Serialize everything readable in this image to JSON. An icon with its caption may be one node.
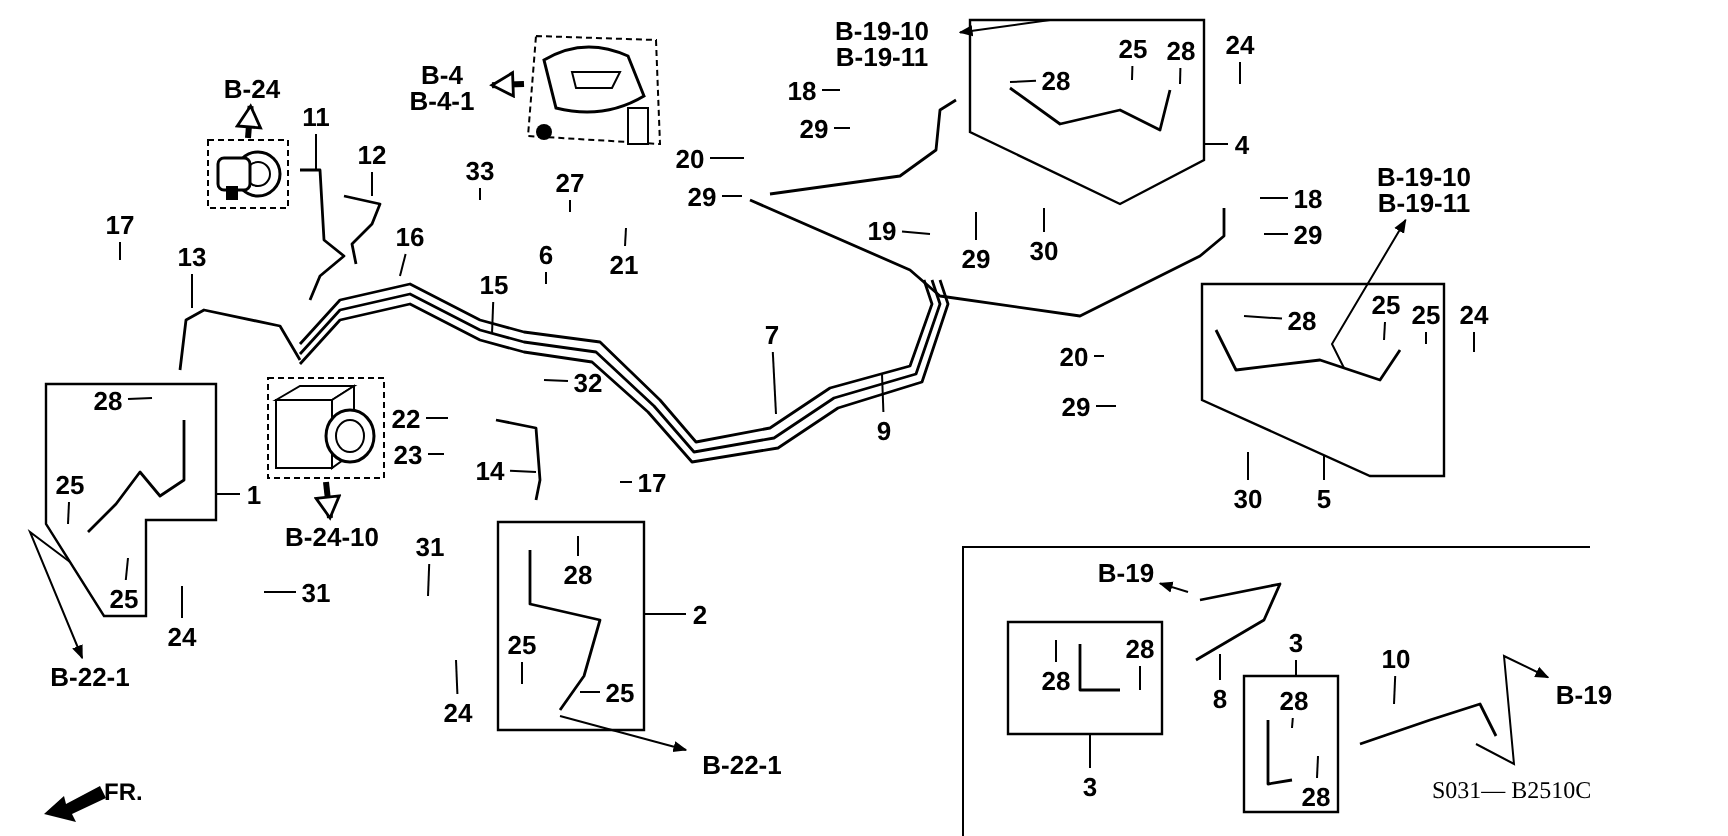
{
  "diagram": {
    "nodes": [
      {
        "text": [
          "B-19-10",
          "B-19-11"
        ]
      },
      {
        "text": [
          "B-4",
          "B-4-1"
        ]
      },
      {
        "text": [
          "B-24"
        ]
      },
      {
        "text": [],
        "shape": "picture"
      },
      {
        "text": [],
        "shape": "picture"
      },
      {
        "text": [],
        "shape": "box"
      },
      {
        "text": [
          "28"
        ],
        "in": 5
      },
      {
        "text": [
          "25"
        ],
        "in": 5
      },
      {
        "text": [
          "28"
        ],
        "in": 5
      },
      {
        "text": [
          "24"
        ]
      },
      {
        "text": [
          "4"
        ]
      },
      {
        "text": [
          "11"
        ]
      },
      {
        "text": [
          "12"
        ]
      },
      {
        "text": [
          "33"
        ]
      },
      {
        "text": [
          "18"
        ]
      },
      {
        "text": [
          "29"
        ]
      },
      {
        "text": [
          "20"
        ]
      },
      {
        "text": [
          "29"
        ]
      },
      {
        "text": [
          "27"
        ]
      },
      {
        "text": [
          "17"
        ]
      },
      {
        "text": [
          "16"
        ]
      },
      {
        "text": [
          "6"
        ]
      },
      {
        "text": [
          "13"
        ]
      },
      {
        "text": [
          "21"
        ]
      },
      {
        "text": [
          "19"
        ]
      },
      {
        "text": [
          "29"
        ]
      },
      {
        "text": [
          "30"
        ]
      },
      {
        "text": [
          "18"
        ]
      },
      {
        "text": [
          "29"
        ]
      },
      {
        "text": [
          "B-19-10",
          "B-19-11"
        ]
      },
      {
        "text": [
          "15"
        ]
      },
      {
        "text": [
          "7"
        ]
      },
      {
        "text": [
          "32"
        ]
      },
      {
        "text": [],
        "shape": "box"
      },
      {
        "text": [
          "28"
        ],
        "in": 33
      },
      {
        "text": [
          "25"
        ],
        "in": 33
      },
      {
        "text": [
          "25"
        ],
        "in": 33
      },
      {
        "text": [
          "24"
        ]
      },
      {
        "text": [
          "20"
        ]
      },
      {
        "text": [
          "29"
        ]
      },
      {
        "text": [
          "9"
        ]
      },
      {
        "text": [],
        "shape": "box"
      },
      {
        "text": [
          "28"
        ],
        "in": 41
      },
      {
        "text": [
          "25"
        ],
        "in": 41
      },
      {
        "text": [
          "25"
        ],
        "in": 41
      },
      {
        "text": [],
        "shape": "picture"
      },
      {
        "text": [
          "22"
        ]
      },
      {
        "text": [
          "23"
        ]
      },
      {
        "text": [
          "14"
        ]
      },
      {
        "text": [
          "1"
        ]
      },
      {
        "text": [
          "17"
        ]
      },
      {
        "text": [
          "5"
        ]
      },
      {
        "text": [
          "30"
        ]
      },
      {
        "text": [
          "B-24-10"
        ]
      },
      {
        "text": [],
        "shape": "box"
      },
      {
        "text": [
          "28"
        ],
        "in": 54
      },
      {
        "text": [
          "25"
        ],
        "in": 54
      },
      {
        "text": [
          "25"
        ],
        "in": 54
      },
      {
        "text": [
          "31"
        ]
      },
      {
        "text": [
          "2"
        ]
      },
      {
        "text": [
          "24"
        ]
      },
      {
        "text": [
          "31"
        ]
      },
      {
        "text": [
          "B-22-1"
        ]
      },
      {
        "text": [
          "24"
        ]
      },
      {
        "text": [
          "B-22-1"
        ]
      },
      {
        "text": [
          "B-19"
        ]
      },
      {
        "text": [],
        "shape": "box"
      },
      {
        "text": [
          "28"
        ],
        "in": 66
      },
      {
        "text": [
          "28"
        ],
        "in": 66
      },
      {
        "text": [
          "3"
        ]
      },
      {
        "text": [
          "8"
        ]
      },
      {
        "text": [
          "3"
        ]
      },
      {
        "text": [],
        "shape": "box"
      },
      {
        "text": [
          "28"
        ],
        "in": 72
      },
      {
        "text": [
          "28"
        ],
        "in": 72
      },
      {
        "text": [
          "10"
        ]
      },
      {
        "text": [
          "B-19"
        ]
      }
    ],
    "edges": [
      {
        "from": 3,
        "to": 2,
        "arrow": "to",
        "style": "thick"
      },
      {
        "from": 4,
        "to": 1,
        "arrow": "to",
        "style": "thick"
      },
      {
        "from": 5,
        "to": 0,
        "arrow": "to"
      },
      {
        "from": null,
        "to": 29,
        "arrow": "to"
      },
      {
        "from": 45,
        "to": 53,
        "arrow": "to",
        "style": "thick"
      },
      {
        "from": 41,
        "to": 62,
        "arrow": "to"
      },
      {
        "from": 54,
        "to": 64,
        "arrow": "to"
      },
      {
        "from": null,
        "to": 65,
        "arrow": "to"
      },
      {
        "from": null,
        "to": 76,
        "arrow": "to"
      },
      {
        "from": 6,
        "to": null,
        "arrow": "none"
      },
      {
        "from": 7,
        "to": null,
        "arrow": "none"
      },
      {
        "from": 8,
        "to": null,
        "arrow": "none"
      },
      {
        "from": 9,
        "to": null,
        "arrow": "none"
      },
      {
        "from": 10,
        "to": 5,
        "arrow": "none"
      },
      {
        "from": 11,
        "to": null,
        "arrow": "none"
      },
      {
        "from": 12,
        "to": null,
        "arrow": "none"
      },
      {
        "from": 13,
        "to": null,
        "arrow": "none"
      },
      {
        "from": 14,
        "to": null,
        "arrow": "none"
      },
      {
        "from": 15,
        "to": null,
        "arrow": "none"
      },
      {
        "from": 16,
        "to": null,
        "arrow": "none"
      },
      {
        "from": 17,
        "to": null,
        "arrow": "none"
      },
      {
        "from": 18,
        "to": null,
        "arrow": "none"
      },
      {
        "from": 19,
        "to": null,
        "arrow": "none"
      },
      {
        "from": 20,
        "to": null,
        "arrow": "none"
      },
      {
        "from": 21,
        "to": null,
        "arrow": "none"
      },
      {
        "from": 22,
        "to": null,
        "arrow": "none"
      },
      {
        "from": 23,
        "to": null,
        "arrow": "none"
      },
      {
        "from": 24,
        "to": null,
        "arrow": "none"
      },
      {
        "from": 25,
        "to": null,
        "arrow": "none"
      },
      {
        "from": 26,
        "to": null,
        "arrow": "none"
      },
      {
        "from": 27,
        "to": null,
        "arrow": "none"
      },
      {
        "from": 28,
        "to": null,
        "arrow": "none"
      },
      {
        "from": 30,
        "to": null,
        "arrow": "none"
      },
      {
        "from": 31,
        "to": null,
        "arrow": "none"
      },
      {
        "from": 32,
        "to": null,
        "arrow": "none"
      },
      {
        "from": 34,
        "to": null,
        "arrow": "none"
      },
      {
        "from": 35,
        "to": null,
        "arrow": "none"
      },
      {
        "from": 36,
        "to": null,
        "arrow": "none"
      },
      {
        "from": 37,
        "to": null,
        "arrow": "none"
      },
      {
        "from": 38,
        "to": null,
        "arrow": "none"
      },
      {
        "from": 39,
        "to": null,
        "arrow": "none"
      },
      {
        "from": 40,
        "to": null,
        "arrow": "none"
      },
      {
        "from": 42,
        "to": null,
        "arrow": "none"
      },
      {
        "from": 43,
        "to": null,
        "arrow": "none"
      },
      {
        "from": 44,
        "to": null,
        "arrow": "none"
      },
      {
        "from": 46,
        "to": null,
        "arrow": "none"
      },
      {
        "from": 47,
        "to": null,
        "arrow": "none"
      },
      {
        "from": 48,
        "to": null,
        "arrow": "none"
      },
      {
        "from": 49,
        "to": 41,
        "arrow": "none"
      },
      {
        "from": 50,
        "to": null,
        "arrow": "none"
      },
      {
        "from": 51,
        "to": 33,
        "arrow": "none"
      },
      {
        "from": 52,
        "to": null,
        "arrow": "none"
      },
      {
        "from": 55,
        "to": null,
        "arrow": "none"
      },
      {
        "from": 56,
        "to": null,
        "arrow": "none"
      },
      {
        "from": 57,
        "to": null,
        "arrow": "none"
      },
      {
        "from": 58,
        "to": null,
        "arrow": "none"
      },
      {
        "from": 59,
        "to": 54,
        "arrow": "none"
      },
      {
        "from": 60,
        "to": null,
        "arrow": "none"
      },
      {
        "from": 61,
        "to": null,
        "arrow": "none"
      },
      {
        "from": 63,
        "to": null,
        "arrow": "none"
      },
      {
        "from": 67,
        "to": null,
        "arrow": "none"
      },
      {
        "from": 68,
        "to": null,
        "arrow": "none"
      },
      {
        "from": 69,
        "to": 66,
        "arrow": "none"
      },
      {
        "from": 70,
        "to": null,
        "arrow": "none"
      },
      {
        "from": 71,
        "to": 72,
        "arrow": "none"
      },
      {
        "from": 73,
        "to": null,
        "arrow": "none"
      },
      {
        "from": 74,
        "to": null,
        "arrow": "none"
      },
      {
        "from": 75,
        "to": null,
        "arrow": "none"
      }
    ],
    "labels": [
      "FR.",
      "S031— B2510C"
    ]
  }
}
